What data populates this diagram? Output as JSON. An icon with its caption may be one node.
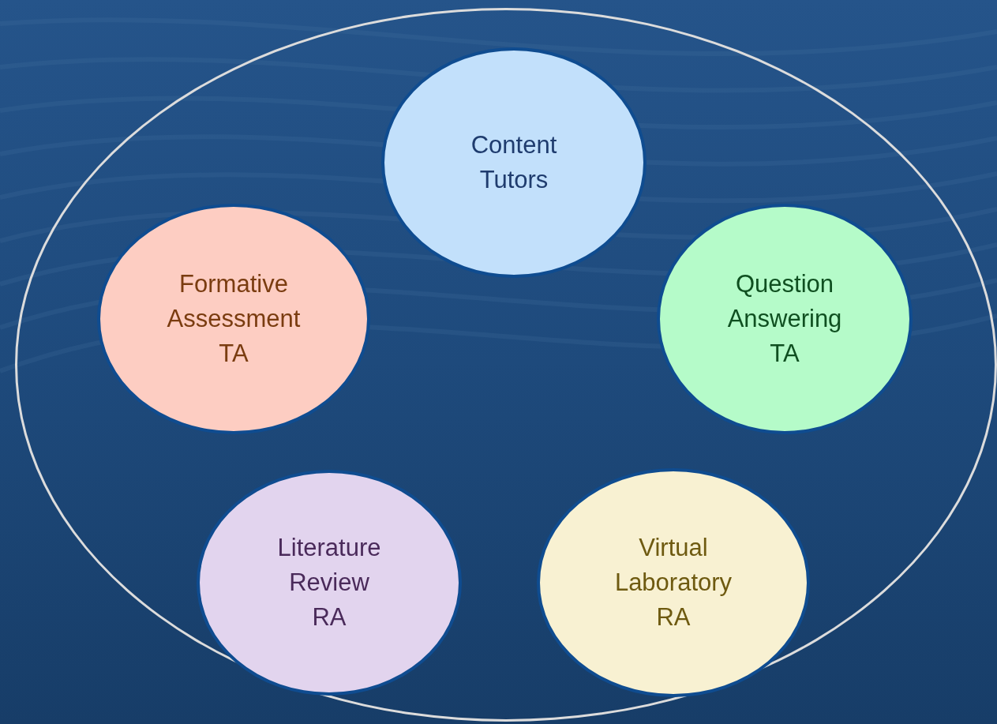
{
  "diagram": {
    "nodes": [
      {
        "text": [],
        "shape": "ellipse"
      },
      {
        "text": [
          "Content Tutors"
        ],
        "in": 0
      },
      {
        "text": [
          "Formative Assessment TA"
        ],
        "in": 0
      },
      {
        "text": [
          "Question Answering TA"
        ],
        "in": 0
      },
      {
        "text": [
          "Literature Review RA"
        ],
        "in": 0
      },
      {
        "text": [
          "Virtual Laboratory RA"
        ],
        "in": 0
      }
    ]
  }
}
